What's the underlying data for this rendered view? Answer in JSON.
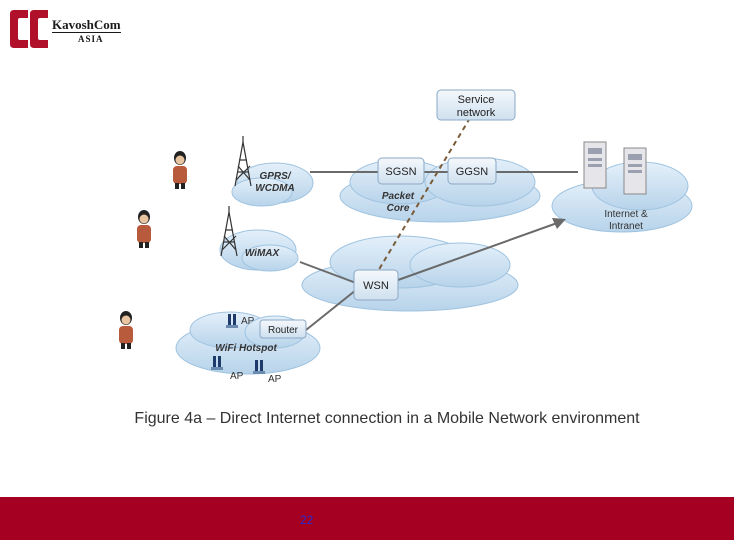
{
  "logo": {
    "name": "KavoshCom",
    "sub": "ASIA",
    "color": "#b0102a"
  },
  "nodes": {
    "service": [
      "Service",
      "network"
    ],
    "sgsn": "SGSN",
    "ggsn": "GGSN",
    "packet_core": [
      "Packet",
      "Core"
    ],
    "gprs": [
      "GPRS/",
      "WCDMA"
    ],
    "wimax": "WiMAX",
    "wsn": "WSN",
    "internet": [
      "Internet &",
      "Intranet"
    ],
    "router": "Router",
    "wifi": "WiFi Hotspot",
    "ap": "AP"
  },
  "caption": "Figure 4a – Direct Internet connection in a Mobile Network environment",
  "page_number": "22",
  "colors": {
    "cloud": "#c9dff0",
    "cloud_edge": "#9fc3e0",
    "footer": "#a50021"
  }
}
